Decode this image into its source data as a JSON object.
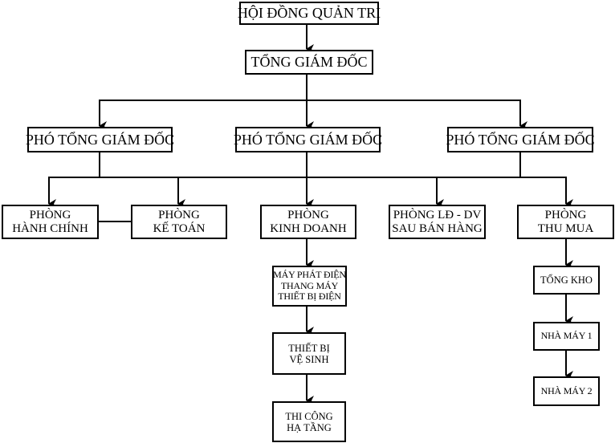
{
  "title": "Sơ đồ tổ chức",
  "nodes": {
    "hdqt": {
      "lines": [
        "HỘI ĐỒNG QUẢN TRỊ"
      ]
    },
    "tgd": {
      "lines": [
        "TỔNG GIÁM ĐỐC"
      ]
    },
    "ptgd1": {
      "lines": [
        "PHÓ TỔNG GIÁM ĐỐC"
      ]
    },
    "ptgd2": {
      "lines": [
        "PHÓ TỔNG GIÁM ĐỐC"
      ]
    },
    "ptgd3": {
      "lines": [
        "PHÓ TỔNG GIÁM ĐỐC"
      ]
    },
    "hc": {
      "lines": [
        "PHÒNG",
        "HÀNH CHÍNH"
      ]
    },
    "kt": {
      "lines": [
        "PHÒNG",
        "KẾ TOÁN"
      ]
    },
    "kd": {
      "lines": [
        "PHÒNG",
        "KINH DOANH"
      ]
    },
    "ld": {
      "lines": [
        "PHÒNG LĐ - DV",
        "SAU BÁN HÀNG"
      ]
    },
    "tm": {
      "lines": [
        "PHÒNG",
        "THU MUA"
      ]
    },
    "mpd": {
      "lines": [
        "MÁY PHÁT ĐIỆN",
        "THANG MÁY",
        "THIẾT BỊ ĐIỆN"
      ]
    },
    "tbvs": {
      "lines": [
        "THIẾT BỊ",
        "VỆ SINH"
      ]
    },
    "tcht": {
      "lines": [
        "THI CÔNG",
        "HẠ TẦNG"
      ]
    },
    "tk": {
      "lines": [
        "TỔNG KHO"
      ]
    },
    "nm1": {
      "lines": [
        "NHÀ MÁY 1"
      ]
    },
    "nm2": {
      "lines": [
        "NHÀ MÁY 2"
      ]
    }
  },
  "edges": [
    {
      "from": "hdqt",
      "to": "tgd",
      "type": "arrow"
    },
    {
      "from": "tgd",
      "to": "ptgd1",
      "type": "arrow"
    },
    {
      "from": "tgd",
      "to": "ptgd2",
      "type": "arrow"
    },
    {
      "from": "tgd",
      "to": "ptgd3",
      "type": "arrow"
    },
    {
      "from": "ptgd1",
      "to": "hc",
      "type": "arrow"
    },
    {
      "from": "ptgd1",
      "to": "kt",
      "type": "arrow"
    },
    {
      "from": "ptgd2",
      "to": "kd",
      "type": "arrow"
    },
    {
      "from": "ptgd3",
      "to": "ld",
      "type": "arrow"
    },
    {
      "from": "ptgd3",
      "to": "tm",
      "type": "arrow"
    },
    {
      "from": "hc",
      "to": "kt",
      "type": "line"
    },
    {
      "from": "kd",
      "to": "mpd",
      "type": "arrow"
    },
    {
      "from": "mpd",
      "to": "tbvs",
      "type": "arrow"
    },
    {
      "from": "tbvs",
      "to": "tcht",
      "type": "arrow"
    },
    {
      "from": "tm",
      "to": "tk",
      "type": "arrow"
    },
    {
      "from": "tk",
      "to": "nm1",
      "type": "arrow"
    },
    {
      "from": "nm1",
      "to": "nm2",
      "type": "arrow"
    }
  ]
}
